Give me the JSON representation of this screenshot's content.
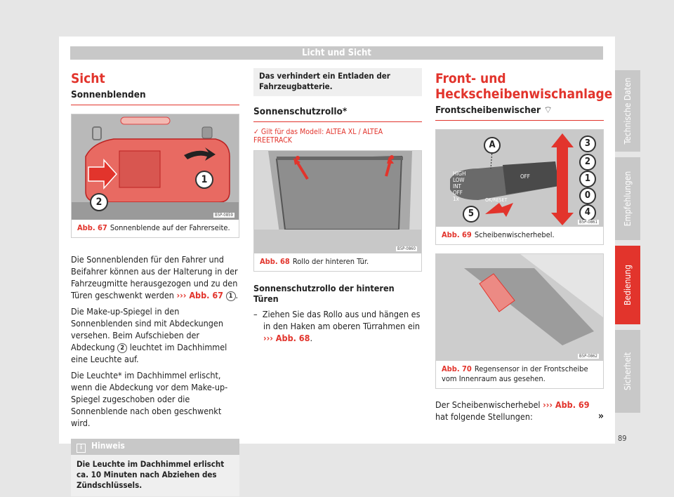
{
  "header": {
    "title": "Licht und Sicht"
  },
  "col1": {
    "section_title": "Sicht",
    "subsection": "Sonnenblenden",
    "figure": {
      "label": "Abb. 67",
      "caption": "Sonnenblende auf der Fahrerseite.",
      "code": "B5P-0859",
      "callout_1": "1",
      "callout_2": "2"
    },
    "para1_pre": "Die Sonnenblenden für den Fahrer und Bei­fahrer können aus der Halterung in der Fahr­zeugmitte herausgezogen und zu den Türen geschwenkt werden ",
    "para1_ref": "››› Abb. 67",
    "para1_num": "1",
    "para2_pre": "Die Make-up-Spiegel in den Sonnenblenden sind mit Abdeckungen versehen. Beim Auf­schieben der Abdeckung ",
    "para2_num": "2",
    "para2_post": " leuchtet im Dachhimmel eine Leuchte auf.",
    "para3": "Die Leuchte* im Dachhimmel erlischt, wenn die Abdeckung vor dem Make-up-Spiegel zu­geschoben oder die Sonnenblende nach oben geschwenkt wird.",
    "note": {
      "title": "Hinweis",
      "icon": "i",
      "text": "Die Leuchte im Dachhimmel erlischt ca. 10 Minuten nach Abziehen des Zündschlüssels."
    }
  },
  "col2": {
    "top_note": "Das verhindert ein Entladen der Fahrzeugbat­terie.",
    "subsection": "Sonnenschutzrollo*",
    "model_check": "✓",
    "model": "Gilt für das Modell: ALTEA XL / ALTEA FREETRACK",
    "figure": {
      "label": "Abb. 68",
      "caption": "Rollo der hinteren Tür.",
      "code": "B5P-0860"
    },
    "subheading": "Sonnenschutzrollo der hinteren Türen",
    "item_dash": "–",
    "item_text": "Ziehen Sie das Rollo aus und hängen es in den Haken am oberen Türrahmen ein ",
    "item_ref": "››› Abb. 68"
  },
  "col3": {
    "section_title": "Front- und Heckscheibenwischanlage",
    "subsection": "Frontscheibenwischer",
    "figure1": {
      "label": "Abb. 69",
      "caption": "Scheibenwischerhebel.",
      "code": "B5P-0861",
      "lever_labels": [
        "HIGH",
        "LOW",
        "INT",
        "OFF",
        "1x"
      ],
      "reset": "OK/RESET",
      "off_right": "OFF",
      "callouts": [
        "A",
        "3",
        "2",
        "1",
        "0",
        "4",
        "5"
      ]
    },
    "figure2": {
      "label": "Abb. 70",
      "caption": "Regensensor in der Frontscheibe vom Innenraum aus gesehen.",
      "code": "B5P-0862"
    },
    "para_pre": "Der Scheibenwischerhebel ",
    "para_ref": "››› Abb. 69",
    "para_post": " hat fol­gende Stellungen:",
    "continue": "»"
  },
  "tabs": [
    {
      "label": "Technische Daten",
      "active": false
    },
    {
      "label": "Empfehlungen",
      "active": false
    },
    {
      "label": "Bedienung",
      "active": true
    },
    {
      "label": "Sicherheit",
      "active": false
    }
  ],
  "page_number": "89",
  "colors": {
    "accent": "#e2342c",
    "tab_grey": "#c8c8c8"
  }
}
